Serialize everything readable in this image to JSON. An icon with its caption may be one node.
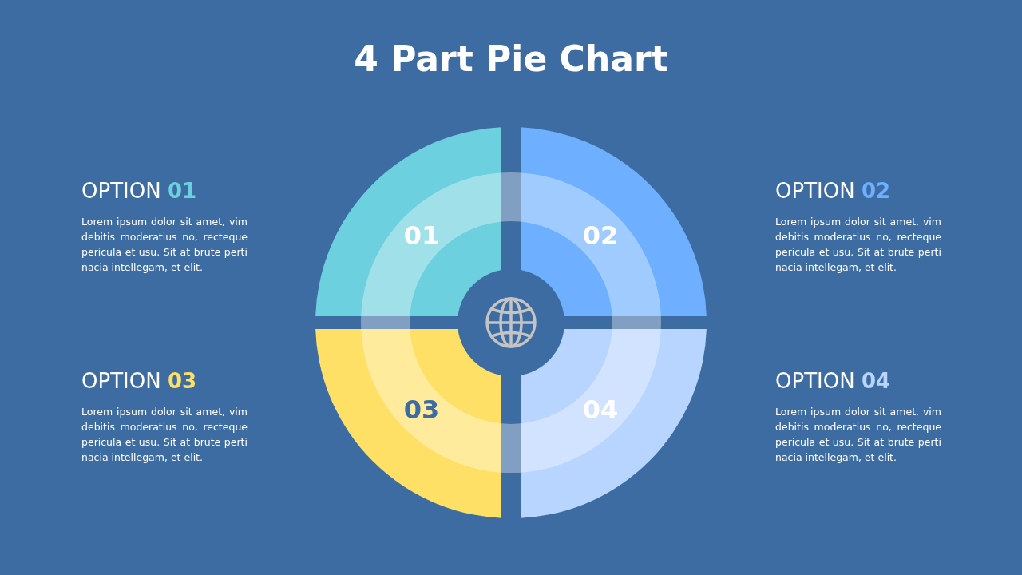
{
  "diagram": {
    "title": "4 Part Pie Chart",
    "nodes": [
      {
        "text": [
          "01"
        ]
      },
      {
        "text": [
          "02"
        ]
      },
      {
        "text": [
          "03"
        ]
      },
      {
        "text": [
          "04"
        ]
      }
    ],
    "labels": [
      "OPTION 01",
      "Lorem ipsum dolor sit amet, vim debitis moderatius no, recteque pericula et usu. Sit at brute pertinacia intellegam, et elit.",
      "OPTION 02",
      "Lorem ipsum dolor sit amet, vim debitis moderatius no, recteque pericula et usu. Sit at brute pertinacia intellegam, et elit.",
      "OPTION 03",
      "Lorem ipsum dolor sit amet, vim debitis moderatius no, recteque pericula et usu. Sit at brute pertinacia intellegam, et elit.",
      "OPTION 04",
      "Lorem ipsum dolor sit amet, vim debitis moderatius no, recteque pericula et usu. Sit at brute pertinacia intellegam, et elit."
    ]
  }
}
